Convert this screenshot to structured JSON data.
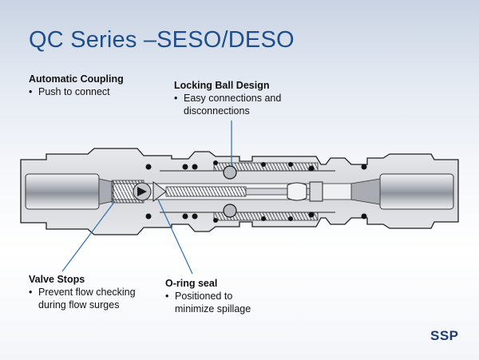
{
  "title": "QC Series –SESO/DESO",
  "callouts": {
    "automatic_coupling": {
      "heading": "Automatic Coupling",
      "bullets": [
        "Push to connect"
      ]
    },
    "locking_ball": {
      "heading": "Locking Ball Design",
      "bullets": [
        "Easy connections and\ndisconnections"
      ]
    },
    "valve_stops": {
      "heading": "Valve Stops",
      "bullets": [
        "Prevent flow checking\nduring flow surges"
      ]
    },
    "oring_seal": {
      "heading": "O-ring seal",
      "bullets": [
        "Positioned to\nminimize spillage"
      ]
    }
  },
  "bullet_glyph": "•",
  "logo": "SSP",
  "colors": {
    "title": "#1f4e8c",
    "logo": "#1d3b74",
    "steel_fill": "#dcdde0",
    "steel_outline": "#1e1e1e",
    "bore": "#9ea2a8"
  }
}
